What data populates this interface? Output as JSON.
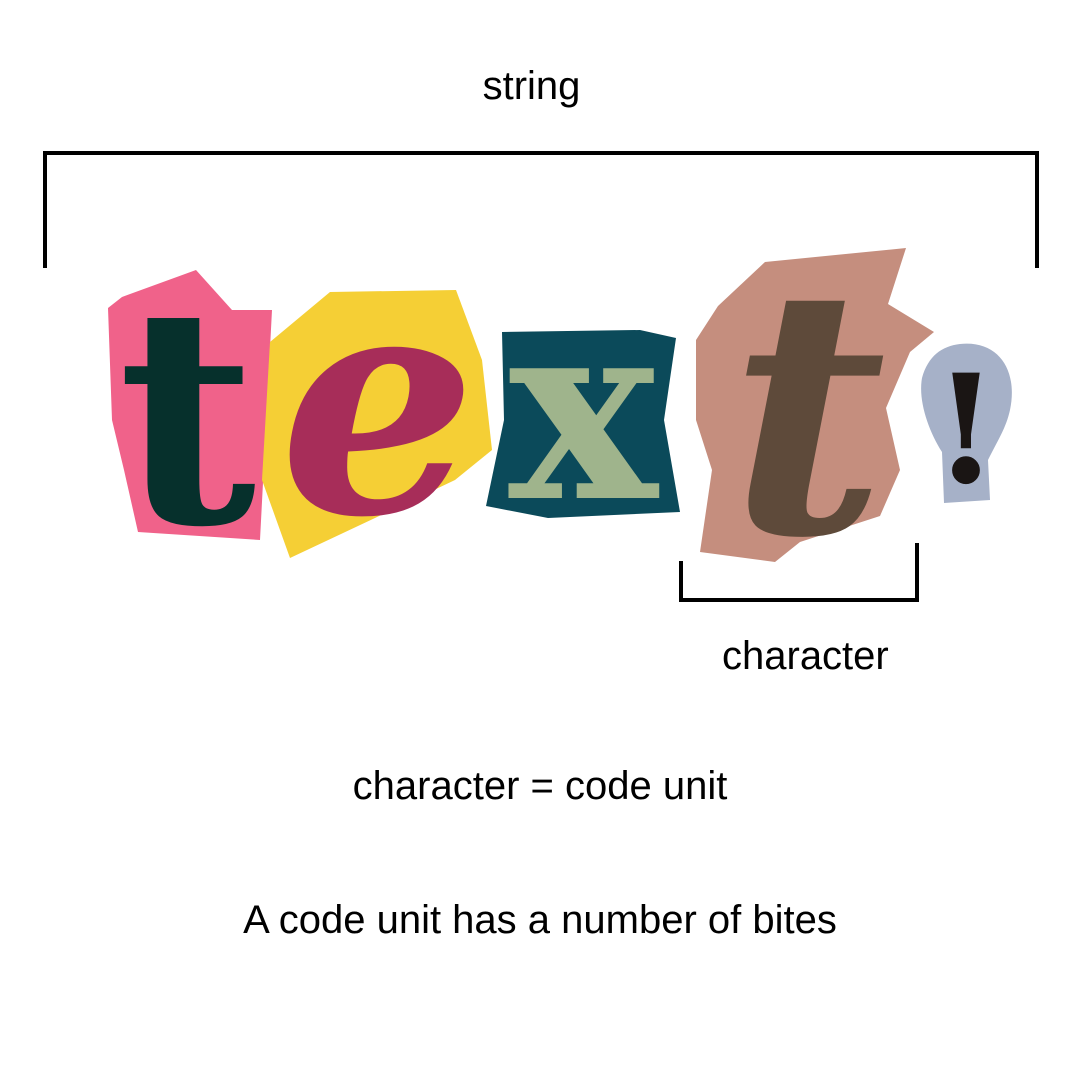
{
  "labels": {
    "string": "string",
    "character": "character",
    "equation": "character = code unit",
    "note": "A code unit has a number of bites"
  },
  "letters": [
    {
      "char": "t",
      "paper": "#f0628a",
      "ink": "#06302c",
      "italic": false
    },
    {
      "char": "e",
      "paper": "#f5cf35",
      "ink": "#a72d59",
      "italic": true
    },
    {
      "char": "x",
      "paper": "#0b4a5a",
      "ink": "#9fb48c",
      "italic": false
    },
    {
      "char": "t",
      "paper": "#c58e7e",
      "ink": "#5e4a3a",
      "italic": true
    },
    {
      "char": "!",
      "paper": "#a6b1c8",
      "ink": "#1a1514",
      "italic": false
    }
  ],
  "colors": {
    "bracket": "#000000",
    "background": "#ffffff"
  }
}
